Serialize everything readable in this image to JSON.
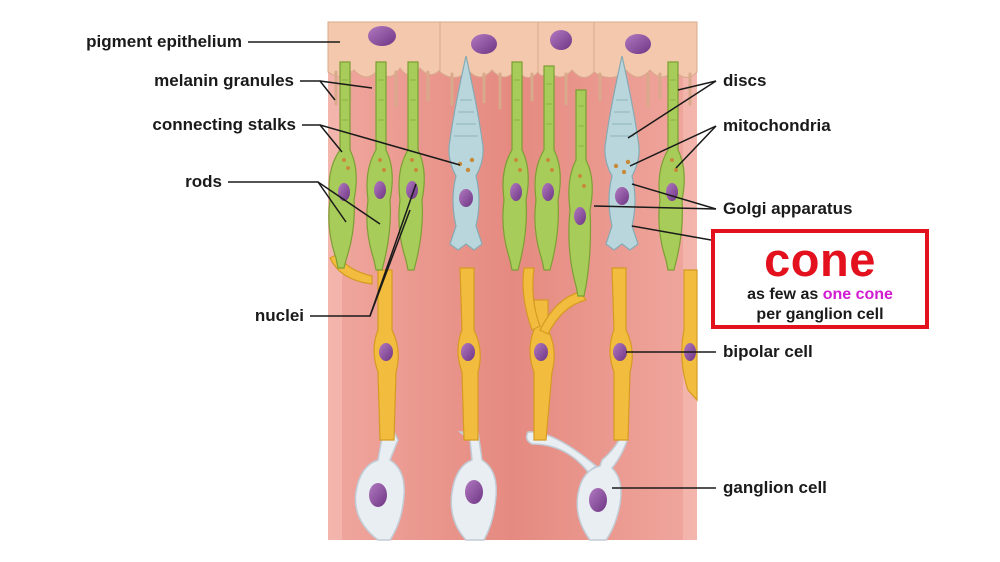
{
  "labels": {
    "pigment_epithelium": "pigment epithelium",
    "melanin_granules": "melanin granules",
    "connecting_stalks": "connecting stalks",
    "rods": "rods",
    "nuclei": "nuclei",
    "discs": "discs",
    "mitochondria": "mitochondria",
    "golgi_apparatus": "Golgi apparatus",
    "bipolar_cell": "bipolar cell",
    "ganglion_cell": "ganglion cell"
  },
  "callout": {
    "title": "cone",
    "line1_prefix": "as few as ",
    "line1_highlight": "one cone",
    "line2": "per ganglion cell"
  },
  "colors": {
    "accent_red": "#e3101e",
    "highlight_magenta": "#d11ad1",
    "tissue": "#e88f85",
    "epithelium": "#f3c8ad",
    "rod_green": "#a8cc5a",
    "cone_blue": "#b9d6dc",
    "bipolar_yellow": "#f2bd3e",
    "ganglion_white": "#e9eef2",
    "nucleus_purple": "#8a4a9e"
  }
}
